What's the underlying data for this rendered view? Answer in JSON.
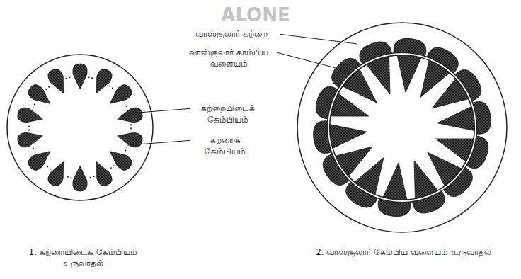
{
  "diagram": {
    "labels": [
      "வாஸ்குலார் கற்றை",
      "வாஸ்குலார் காம்பிய வளையம்",
      "கற்றையிடைக் கேம்பியம்",
      "கற்றைக் கேம்பியம்",
      "1. கற்றையிடைக் கேம்பியம் உருவாதல்",
      "2. வாஸ்குலார் கேம்பிய வளையம் உருவாதல்",
      "ALONE"
    ]
  }
}
